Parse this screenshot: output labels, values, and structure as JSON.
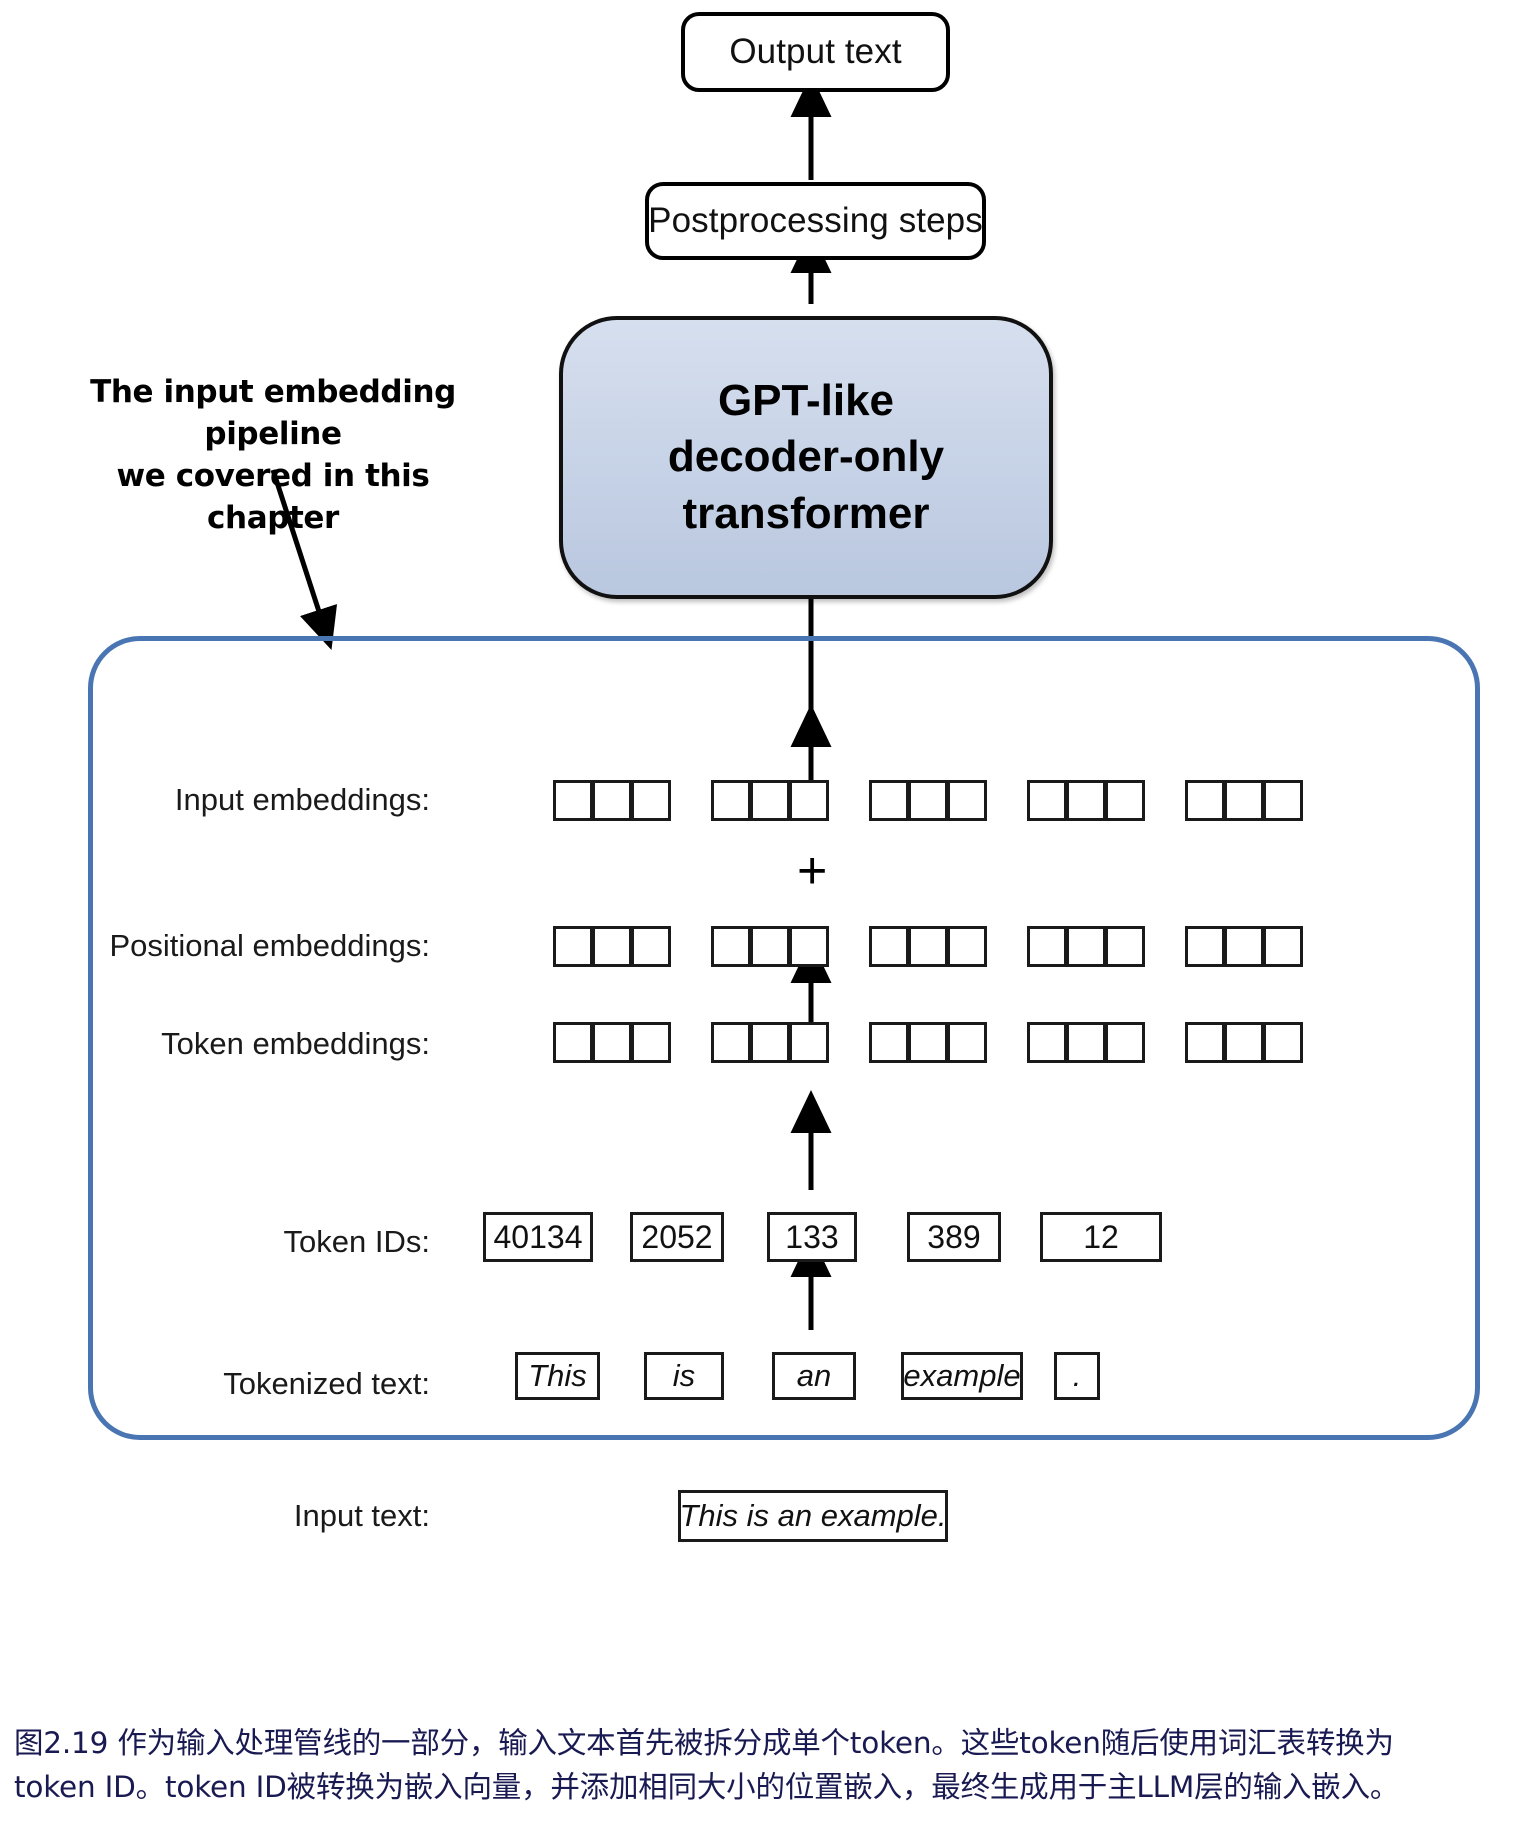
{
  "figure": {
    "id": "图2.19",
    "title": "Input embedding pipeline for a GPT-like decoder-only transformer"
  },
  "top_flow": {
    "output_box_label": "Output text",
    "postprocessing_box_label": "Postprocessing steps",
    "transformer_label_lines": [
      "GPT-like",
      "decoder-only",
      "transformer"
    ],
    "transformer_fill_color": "#c6d2e6",
    "transformer_border_color": "#111111"
  },
  "annotation": {
    "lines": [
      "The input embedding pipeline",
      "we covered in this chapter"
    ]
  },
  "pipeline": {
    "border_color": "#4a75b3",
    "plus_symbol": "+",
    "rows": [
      {
        "key": "input_embeddings",
        "label": "Input embeddings:",
        "type": "vectors",
        "groups": 5,
        "cells_per_group": 3
      },
      {
        "key": "positional_embeddings",
        "label": "Positional embeddings:",
        "type": "vectors",
        "groups": 5,
        "cells_per_group": 3
      },
      {
        "key": "token_embeddings",
        "label": "Token embeddings:",
        "type": "vectors",
        "groups": 5,
        "cells_per_group": 3
      },
      {
        "key": "token_ids",
        "label": "Token IDs:",
        "type": "values",
        "values": [
          "40134",
          "2052",
          "133",
          "389",
          "12"
        ]
      },
      {
        "key": "tokenized_text",
        "label": "Tokenized text:",
        "type": "values",
        "italic": true,
        "values": [
          "This",
          "is",
          "an",
          "example",
          "."
        ]
      },
      {
        "key": "input_text",
        "label": "Input text:",
        "type": "single",
        "italic": true,
        "values": [
          "This is an example."
        ]
      }
    ]
  },
  "caption": {
    "lines": [
      "图2.19 作为输入处理管线的一部分，输入文本首先被拆分成单个token。这些token随后使用词汇表转换为",
      "token ID。token ID被转换为嵌入向量，并添加相同大小的位置嵌入，最终生成用于主LLM层的输入嵌入。"
    ],
    "color": "#1a1a52"
  }
}
